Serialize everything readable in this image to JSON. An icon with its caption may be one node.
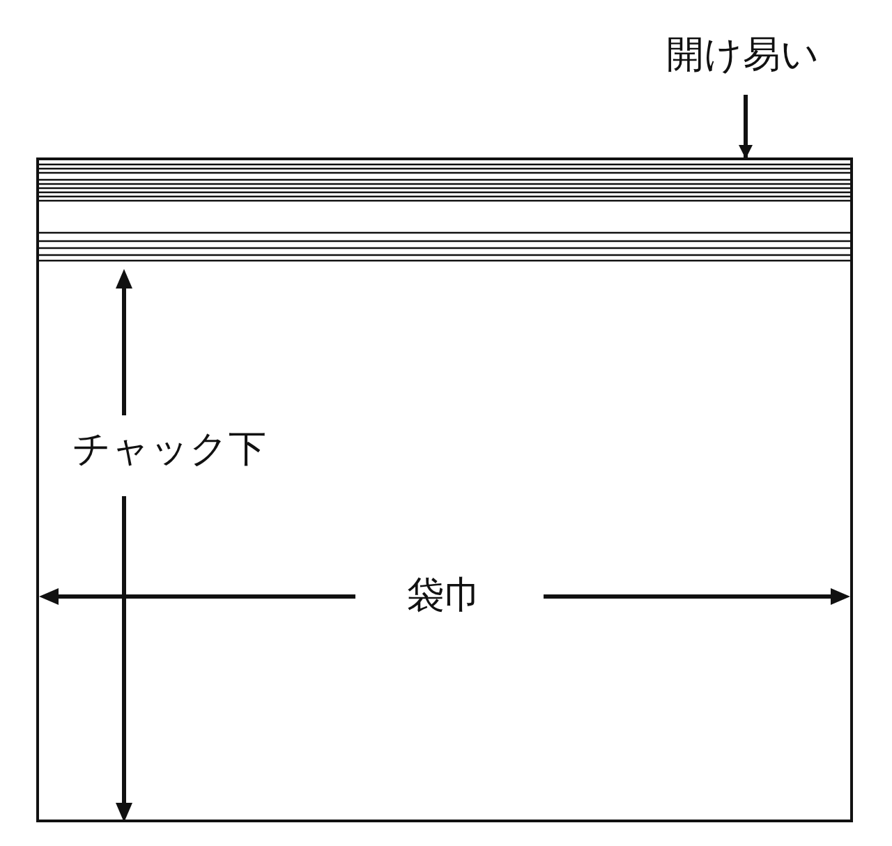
{
  "diagram": {
    "nodes": [
      {
        "text": [
          "開け易い"
        ]
      },
      {
        "text": [],
        "shape": "box"
      }
    ],
    "edges": [
      {
        "from": 0,
        "to": 1,
        "arrow": "to"
      }
    ],
    "labels": [
      "チャック下",
      "袋巾"
    ]
  }
}
